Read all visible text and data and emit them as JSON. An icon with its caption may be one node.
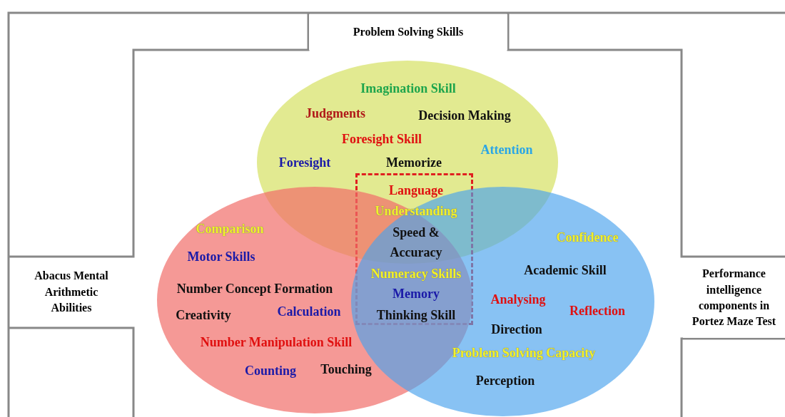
{
  "diagram": {
    "nodes": [
      {
        "text": [
          "Problem Solving Skills"
        ]
      },
      {
        "text": [
          "Imagination Skill",
          "Judgments",
          "Decision Making",
          "Foresight Skill",
          "Attention",
          "Foresight",
          "Memorize"
        ]
      },
      {
        "text": [
          "Language",
          "Understanding",
          "Speed & Accuracy",
          "Numeracy Skills",
          "Memory",
          "Thinking Skill"
        ]
      },
      {
        "text": [
          "Comparison",
          "Motor Skills",
          "Number Concept Formation",
          "Creativity",
          "Calculation",
          "Number Manipulation Skill",
          "Counting",
          "Touching"
        ]
      },
      {
        "text": [
          "Confidence",
          "Academic Skill",
          "Analysing",
          "Reflection",
          "Direction",
          "Problem Solving Capacity",
          "Perception"
        ]
      },
      {
        "text": [
          "Abacus Mental Arithmetic Abilities"
        ]
      },
      {
        "text": [
          "Performance intelligence components in Portez Maze Test"
        ]
      }
    ],
    "edges": []
  }
}
